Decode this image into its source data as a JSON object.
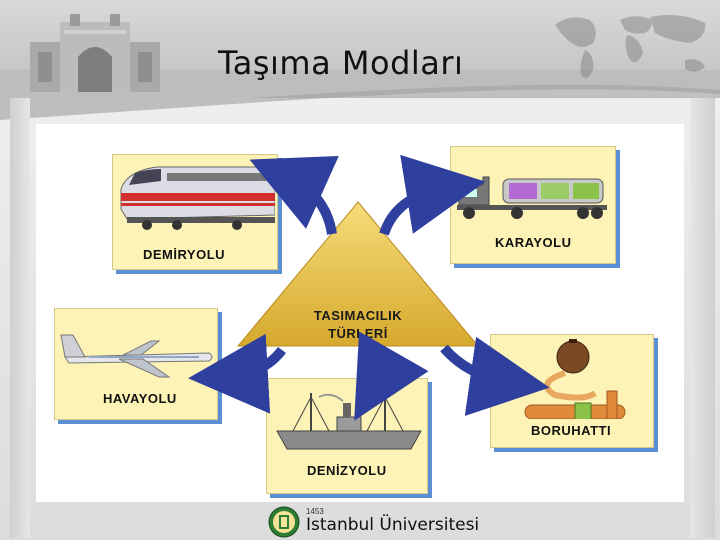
{
  "slide": {
    "title": "Taşıma Modları"
  },
  "diagram": {
    "center": {
      "line1": "TASIMACILIK",
      "line2": "TÜRLERİ"
    },
    "modes": {
      "rail": "DEMİRYOLU",
      "road": "KARAYOLU",
      "air": "HAVAYOLU",
      "sea": "DENİZYOLU",
      "pipeline": "BORUHATTI"
    }
  },
  "footer": {
    "year": "1453",
    "university": "Istanbul Üniversitesi"
  },
  "colors": {
    "card_fill": "#fdf3b6",
    "card_shadow": "#5a8fd6",
    "arrow": "#2f3f9e",
    "triangle": "#e8c24a",
    "logo_green": "#2e7d32"
  }
}
